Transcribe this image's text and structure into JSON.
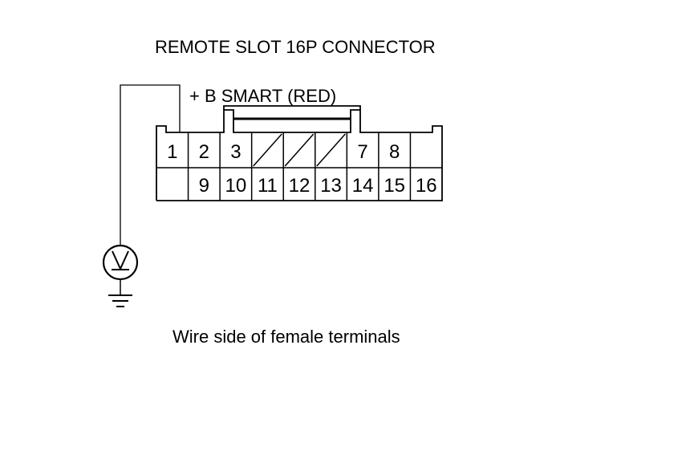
{
  "title": "REMOTE SLOT 16P CONNECTOR",
  "wire_label": "+ B SMART (RED)",
  "caption": "Wire side of female terminals",
  "connector": {
    "top_row": [
      "1",
      "2",
      "3",
      "",
      "",
      "",
      "7",
      "8",
      ""
    ],
    "bottom_row": [
      "",
      "9",
      "10",
      "11",
      "12",
      "13",
      "14",
      "15",
      "16"
    ],
    "unused_top_positions": [
      "4",
      "5",
      "6"
    ]
  },
  "voltmeter_icon": "voltmeter-icon",
  "ground_icon": "ground-icon"
}
